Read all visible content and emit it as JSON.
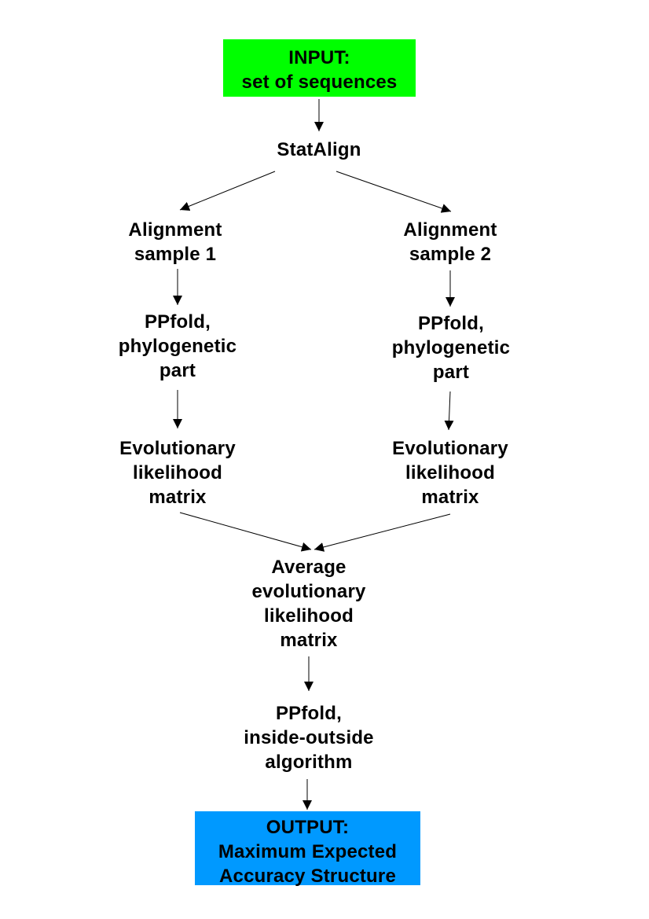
{
  "colors": {
    "input_fill": "#00ff00",
    "output_fill": "#0099ff",
    "text": "#000000",
    "arrow": "#000000"
  },
  "nodes": {
    "input": {
      "lines": [
        "INPUT:",
        "set of sequences"
      ]
    },
    "statalign": {
      "lines": [
        "StatAlign"
      ]
    },
    "alignment_sample_1": {
      "lines": [
        "Alignment",
        "sample 1"
      ]
    },
    "alignment_sample_2": {
      "lines": [
        "Alignment",
        "sample 2"
      ]
    },
    "ppfold_phylo_1": {
      "lines": [
        "PPfold,",
        "phylogenetic",
        "part"
      ]
    },
    "ppfold_phylo_2": {
      "lines": [
        "PPfold,",
        "phylogenetic",
        "part"
      ]
    },
    "evo_matrix_1": {
      "lines": [
        "Evolutionary",
        "likelihood",
        "matrix"
      ]
    },
    "evo_matrix_2": {
      "lines": [
        "Evolutionary",
        "likelihood",
        "matrix"
      ]
    },
    "average_matrix": {
      "lines": [
        "Average",
        "evolutionary",
        "likelihood",
        "matrix"
      ]
    },
    "ppfold_inside_outside": {
      "lines": [
        "PPfold,",
        "inside-outside",
        "algorithm"
      ]
    },
    "output": {
      "lines": [
        "OUTPUT:",
        "Maximum Expected",
        "Accuracy Structure"
      ]
    }
  },
  "edges": [
    {
      "from": "input",
      "to": "statalign"
    },
    {
      "from": "statalign",
      "to": "alignment_sample_1"
    },
    {
      "from": "statalign",
      "to": "alignment_sample_2"
    },
    {
      "from": "alignment_sample_1",
      "to": "ppfold_phylo_1"
    },
    {
      "from": "alignment_sample_2",
      "to": "ppfold_phylo_2"
    },
    {
      "from": "ppfold_phylo_1",
      "to": "evo_matrix_1"
    },
    {
      "from": "ppfold_phylo_2",
      "to": "evo_matrix_2"
    },
    {
      "from": "evo_matrix_1",
      "to": "average_matrix"
    },
    {
      "from": "evo_matrix_2",
      "to": "average_matrix"
    },
    {
      "from": "average_matrix",
      "to": "ppfold_inside_outside"
    },
    {
      "from": "ppfold_inside_outside",
      "to": "output"
    }
  ]
}
